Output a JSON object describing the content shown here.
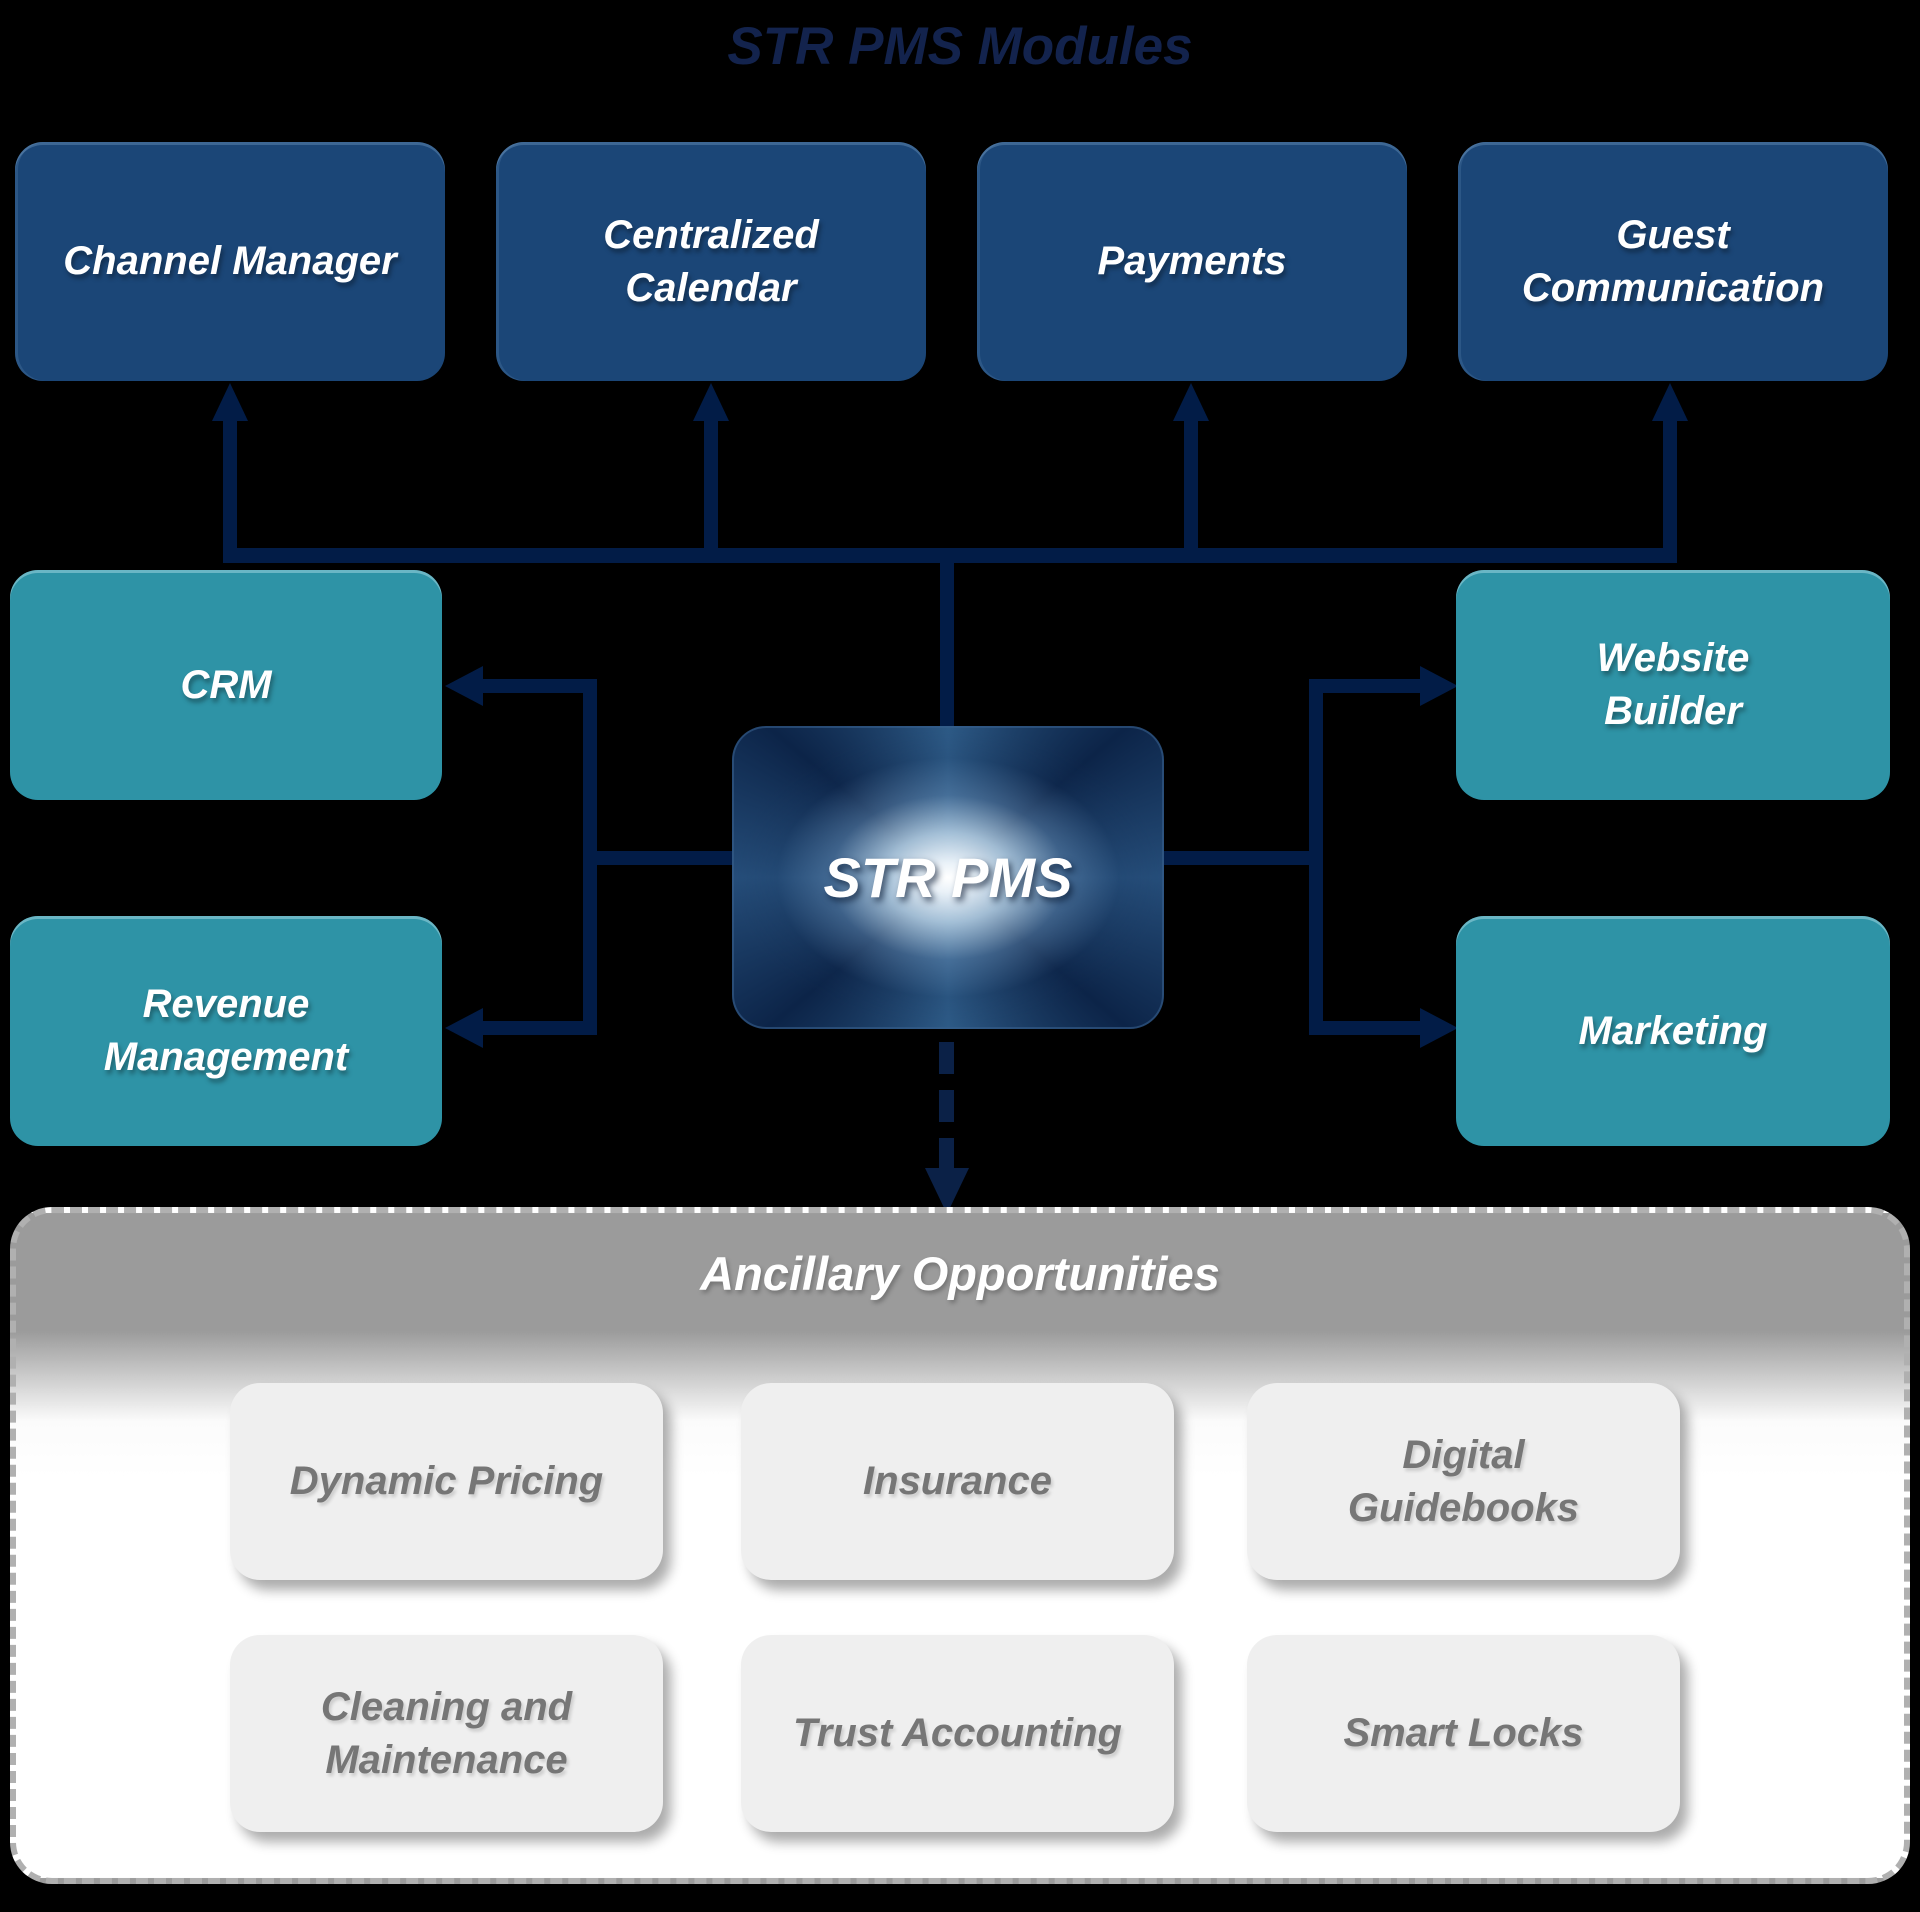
{
  "title": "STR PMS Modules",
  "center": {
    "label": "STR PMS"
  },
  "top_modules": [
    {
      "label": "Channel Manager"
    },
    {
      "label": "Centralized\nCalendar"
    },
    {
      "label": "Payments"
    },
    {
      "label": "Guest\nCommunication"
    }
  ],
  "left_modules": [
    {
      "label": "CRM"
    },
    {
      "label": "Revenue\nManagement"
    }
  ],
  "right_modules": [
    {
      "label": "Website\nBuilder"
    },
    {
      "label": "Marketing"
    }
  ],
  "ancillary": {
    "header": "Ancillary Opportunities",
    "items": [
      {
        "label": "Dynamic Pricing"
      },
      {
        "label": "Insurance"
      },
      {
        "label": "Digital\nGuidebooks"
      },
      {
        "label": "Cleaning and\nMaintenance"
      },
      {
        "label": "Trust Accounting"
      },
      {
        "label": "Smart Locks"
      }
    ]
  },
  "colors": {
    "background": "#000000",
    "title_text": "#13234D",
    "module_blue": "#1B4677",
    "module_teal": "#2E93A6",
    "connector_navy": "#021C47",
    "center_gradient_edge": "#0C2448",
    "center_gradient_mid": "#2D5A86",
    "center_gradient_light": "#E9F1F8",
    "ancillary_header_gray": "#9B9B9B",
    "ancillary_item_fill": "#EFEFEF",
    "ancillary_item_text": "#767676",
    "panel_white": "#FFFFFF",
    "dashed_border_gray": "#B0B0B0",
    "white_text": "#FFFFFF"
  }
}
